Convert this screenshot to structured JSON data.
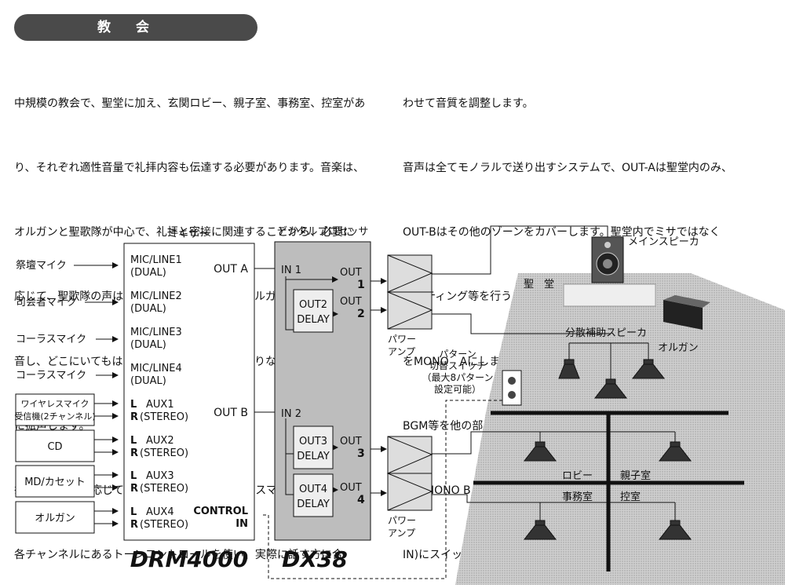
{
  "section_title": "教会",
  "text_left": [
    "中規模の教会で、聖堂に加え、玄関ロビー、親子室、事務室、控室があ",
    "り、それぞれ適性音量で礼拝内容も伝達する必要があります。音楽は、",
    "オルガンと聖歌隊が中心で、礼拝と密接に関連することから、必要に",
    "応じて、聖歌隊の声は吊りマイクなどで、電子オルガンはラインで収",
    "音し、どこにいてもはっきりと聞こえるよう、足りない分を補うよう",
    "に拡声します。",
    "祭壇は、必要に応じて固定マイクまたはワイヤレスマイクを選択し、",
    "各チャンネルにあるトーンコントロールを使い、実際に話す方に合"
  ],
  "text_right": [
    "わせて音質を調整します。",
    "音声は全てモノラルで送り出すシステムで、OUT-Aは聖堂内のみ、",
    "OUT-Bはその他のゾーンをカバーします。聖堂内でミサではなく",
    "ミーティング等を行うときには、各チャンネルの入力ルーティング",
    "をMONO　Aにします。他の部屋に会議内容は流れません。このとき",
    "BGM等を他の部屋で使いたい場合は、BGMソースの入力チャンネル",
    "のみMONO Bとしておきます。この操作は、外部制御入力(CONTROL",
    "IN)にスイッチを付けて、ワンタッチ切換えで行います。"
  ],
  "diagram": {
    "mixer_title": "ミキサー",
    "mixer_model": "DRM4000",
    "processor_title": "デジタルプロセッサ",
    "processor_model": "DX38",
    "sources": {
      "s1": "祭壇マイク",
      "s2": "司会者マイク",
      "s3": "コーラスマイク",
      "s4": "コーラスマイク",
      "wireless_l1": "ワイヤレスマイク",
      "wireless_l2": "受信機(2チャンネル)",
      "cd": "CD",
      "md": "MD/カセット",
      "organ": "オルガン"
    },
    "channels": {
      "ch1a": "MIC/LINE1",
      "ch1b": "(DUAL)",
      "ch2a": "MIC/LINE2",
      "ch2b": "(DUAL)",
      "ch3a": "MIC/LINE3",
      "ch3b": "(DUAL)",
      "ch4a": "MIC/LINE4",
      "ch4b": "(DUAL)",
      "aux1": "AUX1",
      "aux2": "AUX2",
      "aux3": "AUX3",
      "aux4": "AUX4",
      "stereo": "(STEREO)",
      "l": "L",
      "r": "R"
    },
    "out_a": "OUT A",
    "out_b": "OUT B",
    "control1": "CONTROL",
    "control2": "IN",
    "in1": "IN 1",
    "in2": "IN 2",
    "out_word": "OUT",
    "n1": "1",
    "n2": "2",
    "n3": "3",
    "n4": "4",
    "delay2a": "OUT2",
    "delay2b": "DELAY",
    "delay3a": "OUT3",
    "delay3b": "DELAY",
    "delay4a": "OUT4",
    "delay4b": "DELAY",
    "amp1a": "パワー",
    "amp1b": "アンプ",
    "amp2a": "パワー",
    "amp2b": "アンプ",
    "switch1": "パターン",
    "switch2": "切替スイッチ",
    "switch3": "（最大8パターン",
    "switch4": "設定可能）",
    "main_speaker": "メインスピーカ",
    "sanctuary": "聖　堂",
    "organ_label": "オルガン",
    "dist_speaker": "分散補助スピーカ",
    "lobby": "ロビー",
    "parent_child": "親子室",
    "office": "事務室",
    "waiting": "控室"
  }
}
